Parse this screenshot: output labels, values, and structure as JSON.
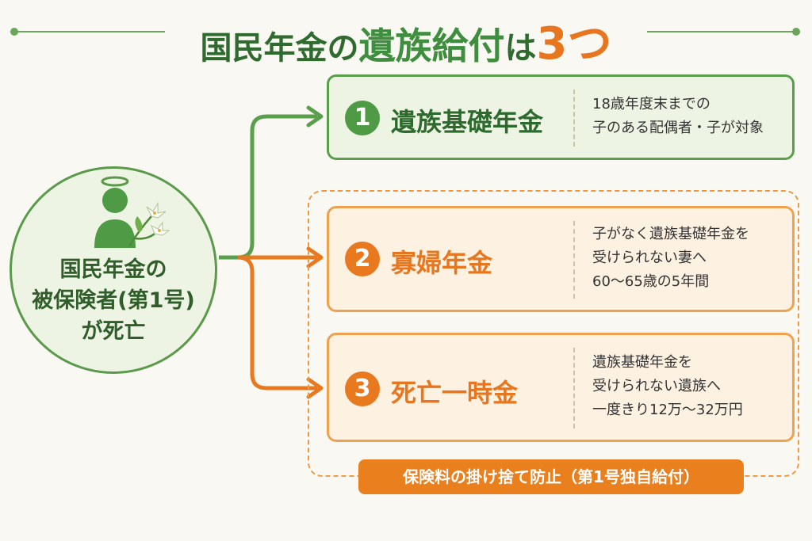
{
  "title": {
    "part1": "国民年金の",
    "part2": "遺族給付",
    "part3": "は",
    "part4": "3",
    "part5": "つ"
  },
  "source": {
    "line1": "国民年金の",
    "line2": "被保険者(第1号)",
    "line3": "が死亡"
  },
  "benefits": [
    {
      "number": "1",
      "name": "遺族基礎年金",
      "desc_lines": [
        "18歳年度末までの",
        "子のある配偶者・子が対象"
      ]
    },
    {
      "number": "2",
      "name": "寡婦年金",
      "desc_lines": [
        "子がなく遺族基礎年金を",
        "受けられない妻へ",
        "60〜65歳の5年間"
      ]
    },
    {
      "number": "3",
      "name": "死亡一時金",
      "desc_lines": [
        "遺族基礎年金を",
        "受けられない遺族へ",
        "一度きり12万〜32万円"
      ]
    }
  ],
  "group_label": "保険料の掛け捨て防止（第1号独自給付）",
  "colors": {
    "green": "#5aa04c",
    "dark_green": "#2f6a2f",
    "orange": "#e8761f",
    "light_green_fill": "#eef4e4",
    "light_orange_fill": "#fdf1e2",
    "background": "#faf8f3"
  },
  "icons": [
    "person-with-halo-icon",
    "lily-flower-icon"
  ]
}
